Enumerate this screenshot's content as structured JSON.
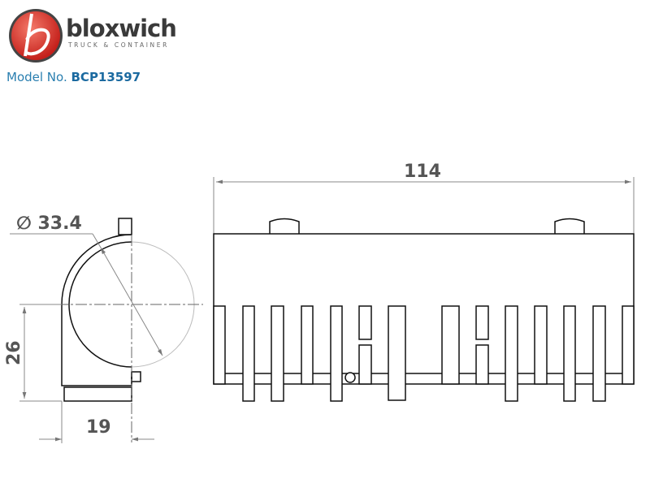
{
  "brand": {
    "name": "bloxwich",
    "tagline": "TRUCK & CONTAINER",
    "logo_letter": "b"
  },
  "model": {
    "label": "Model No.",
    "number": "BCP13597"
  },
  "dimensions": {
    "diameter": "∅ 33.4",
    "height": "26",
    "width": "19",
    "length": "114"
  },
  "colors": {
    "logo_red": "#d9302a",
    "line": "#111111",
    "dim": "#888888",
    "text": "#555555"
  }
}
